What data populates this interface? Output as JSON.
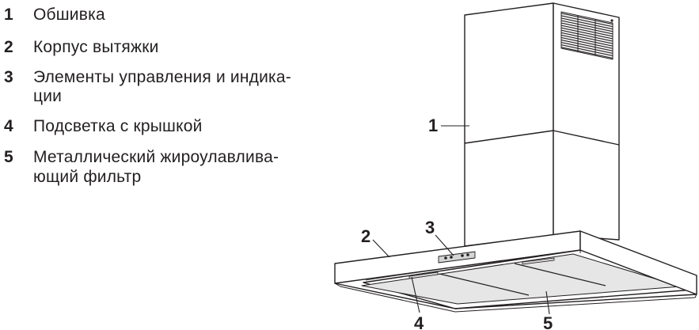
{
  "legend": {
    "items": [
      {
        "number": "1",
        "line1": "Обшивка",
        "line2": ""
      },
      {
        "number": "2",
        "line1": "Корпус вытяжки",
        "line2": ""
      },
      {
        "number": "3",
        "line1": "Элементы управления и индика-",
        "line2": "ции"
      },
      {
        "number": "4",
        "line1": "Подсветка с крышкой",
        "line2": ""
      },
      {
        "number": "5",
        "line1": "Металлический жироулавлива-",
        "line2": "ющий фильтр"
      }
    ]
  },
  "diagram": {
    "subject": "chimney range hood",
    "callouts": [
      {
        "label": "1",
        "target": "chimney-cover"
      },
      {
        "label": "2",
        "target": "hood-body"
      },
      {
        "label": "3",
        "target": "control-panel"
      },
      {
        "label": "4",
        "target": "light-with-cover"
      },
      {
        "label": "5",
        "target": "metal-grease-filter"
      }
    ],
    "colors": {
      "line": "#231f20",
      "filter_fill": "#e6e6e6",
      "panel_fill": "#d4d4d4",
      "background": "#ffffff"
    }
  }
}
